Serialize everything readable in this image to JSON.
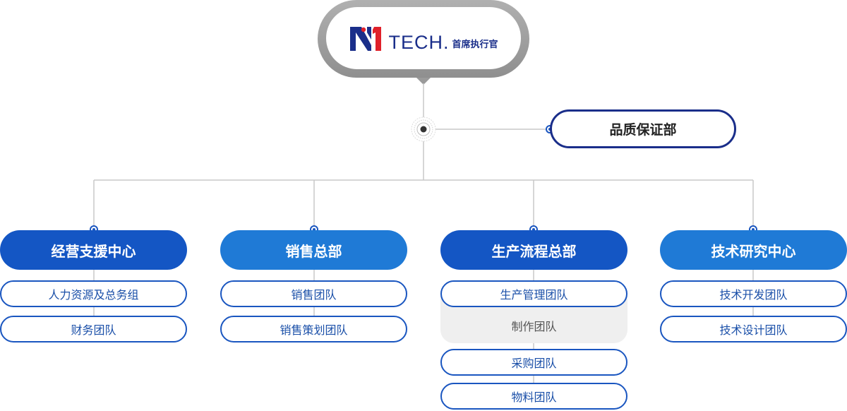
{
  "ceo": {
    "logo_mark": "N1",
    "logo_text": "TECH.",
    "title": "首席执行官"
  },
  "qa": {
    "label": "品质保证部"
  },
  "departments": [
    {
      "name": "经营支援中心",
      "teams": [
        "人力资源及总务组",
        "财务团队"
      ]
    },
    {
      "name": "销售总部",
      "teams": [
        "销售团队",
        "销售策划团队"
      ]
    },
    {
      "name": "生产流程总部",
      "teams": [
        "生产管理团队",
        "制作团队",
        "采购团队",
        "物料团队"
      ]
    },
    {
      "name": "技术研究中心",
      "teams": [
        "技术开发团队",
        "技术设计团队"
      ]
    }
  ],
  "colors": {
    "navy": "#1a2e8a",
    "logo_red": "#e0202a",
    "dept_dark": "#1456c4",
    "dept_light": "#1f7ad6"
  },
  "icons": [
    "hub-node-icon",
    "connector-dot-icon"
  ]
}
